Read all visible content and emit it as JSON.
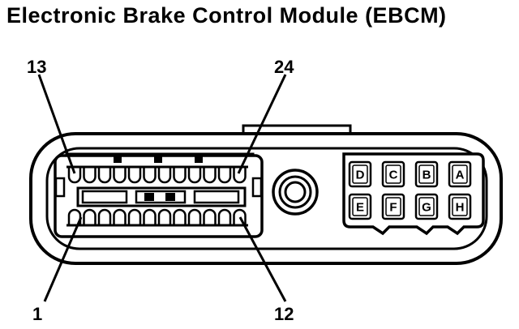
{
  "title": "Electronic Brake Control Module (EBCM)",
  "pin_labels": {
    "top_left": "13",
    "top_right": "24",
    "bottom_left": "1",
    "bottom_right": "12"
  },
  "cavities": {
    "top_row": [
      "D",
      "C",
      "B",
      "A"
    ],
    "bottom_row": [
      "E",
      "F",
      "G",
      "H"
    ]
  },
  "colors": {
    "line": "#000000",
    "background": "#ffffff"
  }
}
